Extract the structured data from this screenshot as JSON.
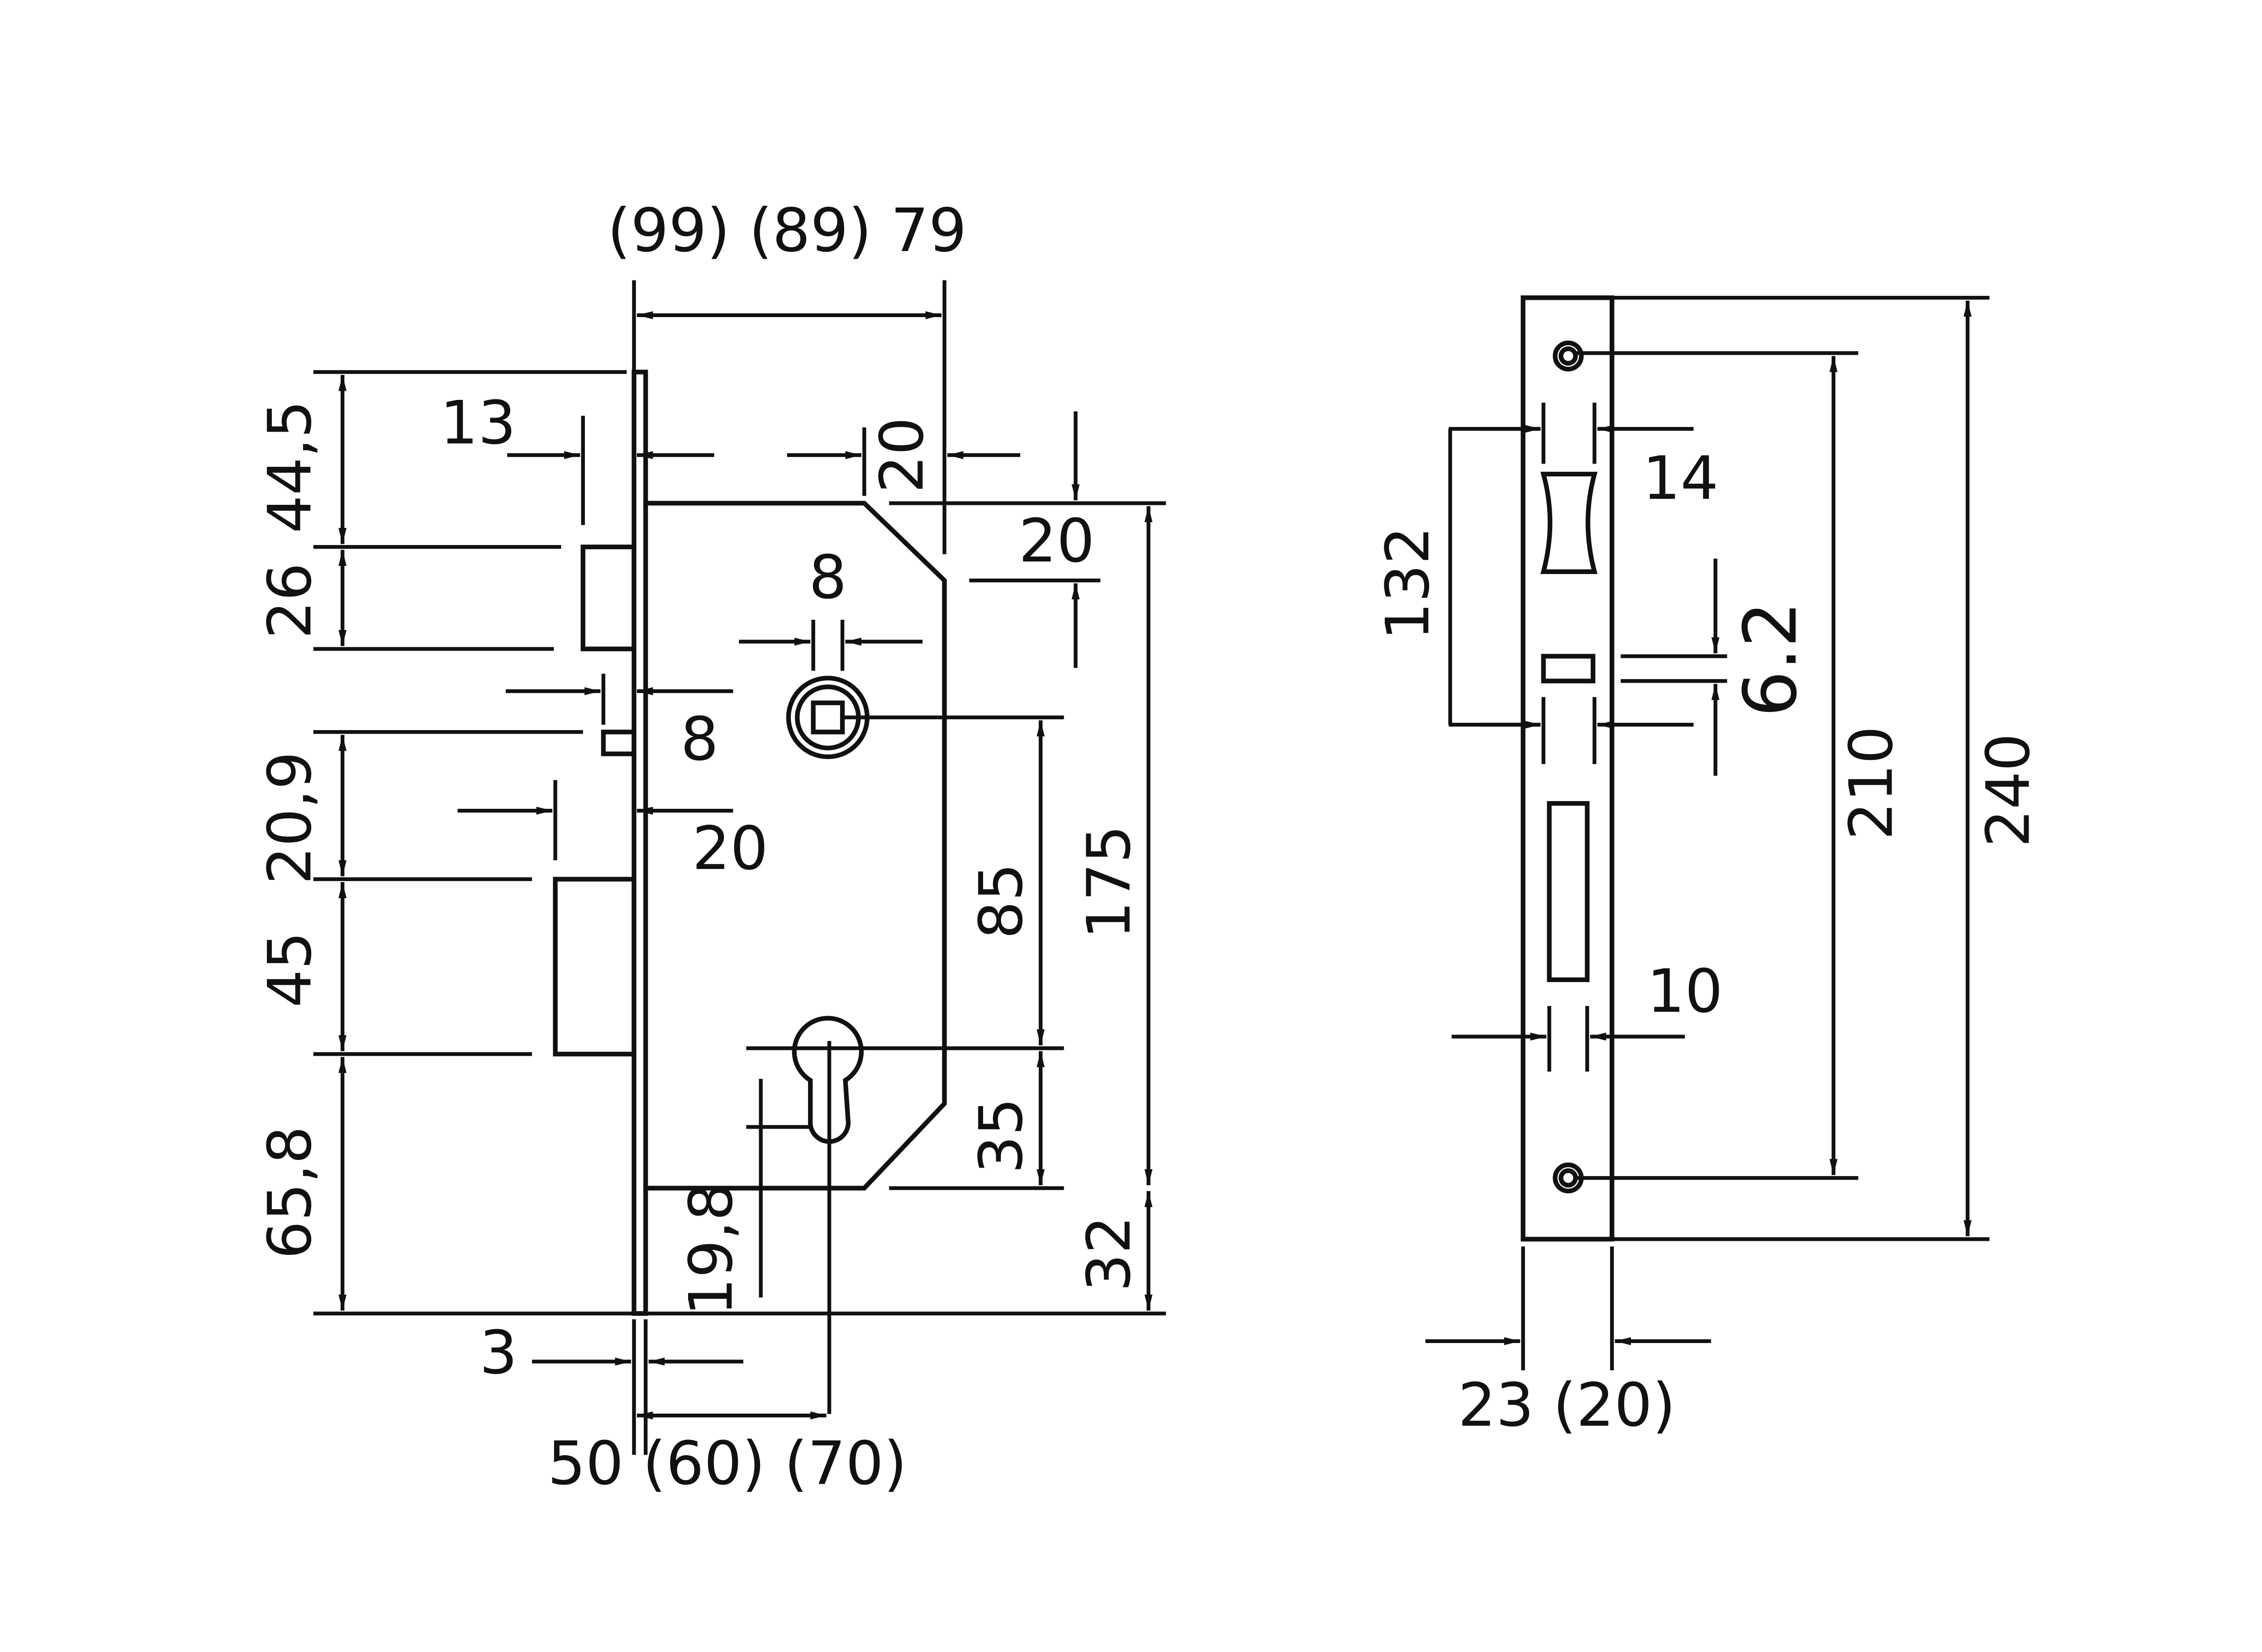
{
  "colors": {
    "line": "#111111",
    "background": "#ffffff"
  },
  "side_view": {
    "depth_label": "(99) (89) 79",
    "backset_label": "50 (60) (70)",
    "forend_thickness": "3",
    "top_offset": "44,5",
    "latch_height": "26",
    "gap_height": "20,9",
    "bolt_height": "45",
    "bottom_offset": "65,8",
    "latch_throw": "13",
    "small_throw": "8",
    "bolt_throw": "20",
    "corner_width": "20",
    "corner_height": "20",
    "follower_size": "8",
    "center_distance": "85",
    "cylinder_distance": "35",
    "case_height": "175",
    "case_bottom_offset": "32",
    "cylinder_width": "19,8"
  },
  "front_view": {
    "screw_distance": "210",
    "total_height": "240",
    "upper_span": "132",
    "latch_width": "14",
    "slot_height": "6.2",
    "bolt_width": "10",
    "forend_width": "23 (20)"
  }
}
